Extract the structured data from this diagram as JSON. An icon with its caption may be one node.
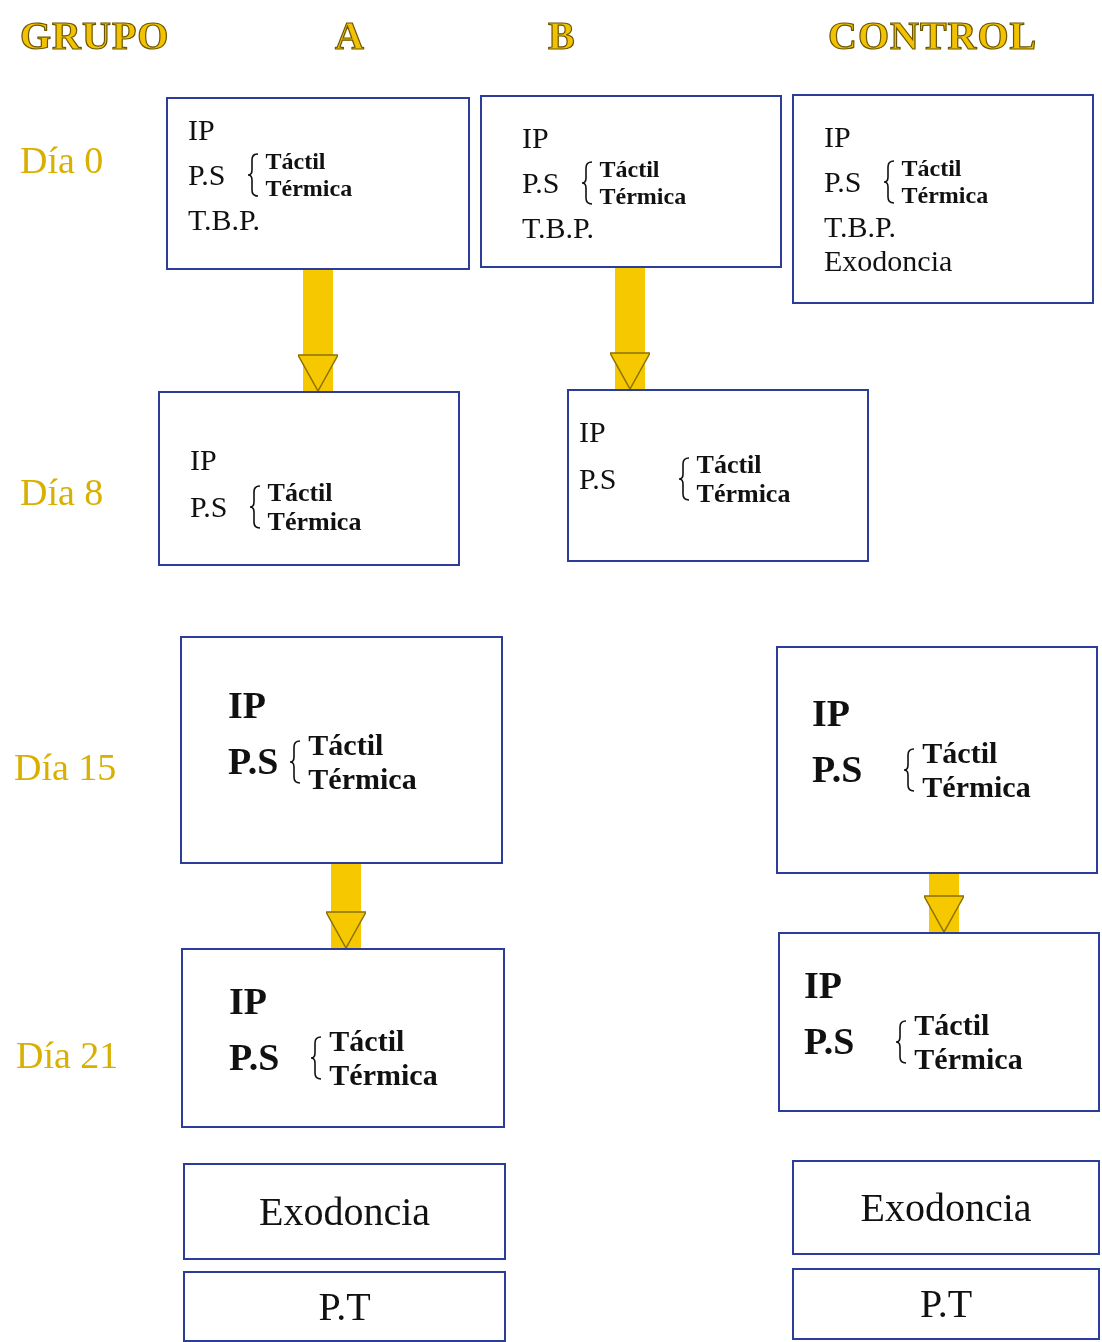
{
  "diagram": {
    "nodes": [
      {
        "text": [
          "IP",
          "P.S",
          "Táctil",
          "Térmica",
          "T.B.P."
        ]
      },
      {
        "text": [
          "IP",
          "P.S",
          "Táctil",
          "Térmica",
          "T.B.P."
        ]
      },
      {
        "text": [
          "IP",
          "P.S",
          "Táctil",
          "Térmica",
          "T.B.P.",
          "Exodoncia"
        ]
      },
      {
        "text": [
          "IP",
          "P.S",
          "Táctil",
          "Térmica"
        ]
      },
      {
        "text": [
          "IP",
          "P.S",
          "Táctil",
          "Térmica"
        ]
      },
      {
        "text": [
          "IP",
          "P.S",
          "Táctil",
          "Térmica"
        ]
      },
      {
        "text": [
          "IP",
          "P.S",
          "Táctil",
          "Térmica"
        ]
      },
      {
        "text": [
          "IP",
          "P.S",
          "Táctil",
          "Térmica"
        ]
      },
      {
        "text": [
          "IP",
          "P.S",
          "Táctil",
          "Térmica"
        ]
      },
      {
        "text": [
          "Exodoncia"
        ]
      },
      {
        "text": [
          "P.T"
        ]
      },
      {
        "text": [
          "Exodoncia"
        ]
      },
      {
        "text": [
          "P.T"
        ]
      }
    ],
    "edges": [
      {
        "from": 0,
        "to": 3,
        "arrow": "to"
      },
      {
        "from": 1,
        "to": 4,
        "arrow": "to"
      },
      {
        "from": 5,
        "to": 7,
        "arrow": "to"
      },
      {
        "from": 6,
        "to": 8,
        "arrow": "to"
      }
    ],
    "labels": [
      "GRUPO",
      "A",
      "B",
      "CONTROL",
      "Día 0",
      "Día 8",
      "Día 15",
      "Día 21"
    ]
  }
}
